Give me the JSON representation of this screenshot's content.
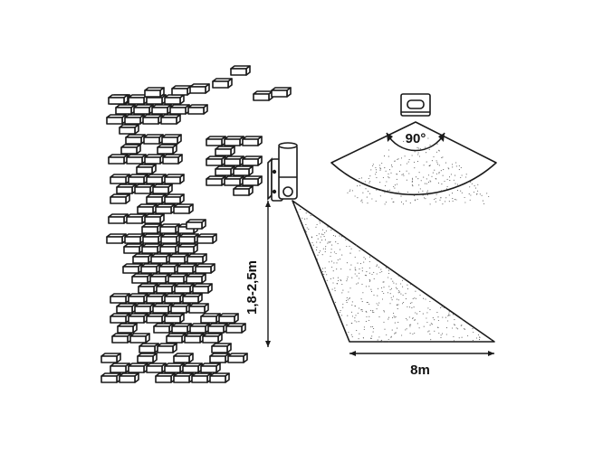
{
  "labels": {
    "angle": "90°",
    "mount_height": "1,8-2,5m",
    "range": "8m"
  },
  "colors": {
    "stroke": "#1a1a1a",
    "background": "#ffffff",
    "dot_fill": "#555555"
  }
}
